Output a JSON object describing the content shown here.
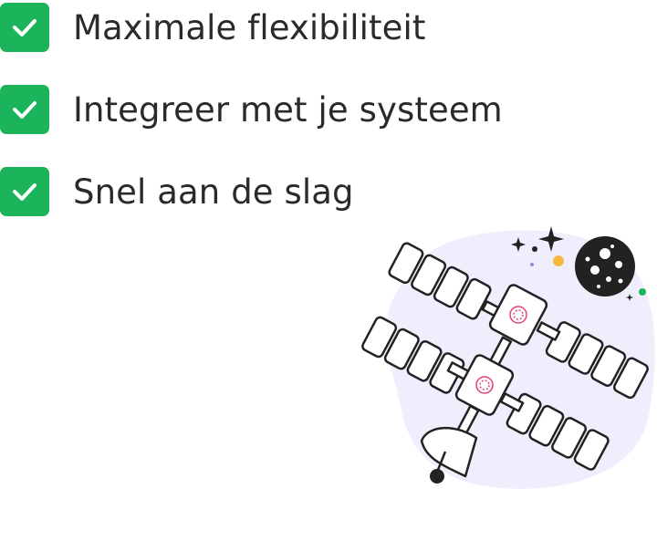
{
  "features": [
    {
      "label": "Maximale flexibiliteit",
      "icon": "checkmark-icon"
    },
    {
      "label": "Integreer met je systeem",
      "icon": "checkmark-icon"
    },
    {
      "label": "Snel aan de slag",
      "icon": "checkmark-icon"
    }
  ],
  "colors": {
    "check_bg": "#1cb45a",
    "check_mark": "#ffffff",
    "text": "#2a2a2a",
    "blob": "#eeeefc",
    "outline": "#222222",
    "accent_pink": "#e0407a",
    "star_yellow": "#f5b942",
    "dot_green": "#1cb45a",
    "dot_purple": "#9a8ad8"
  },
  "illustration": {
    "icon": "space-station-illustration"
  }
}
